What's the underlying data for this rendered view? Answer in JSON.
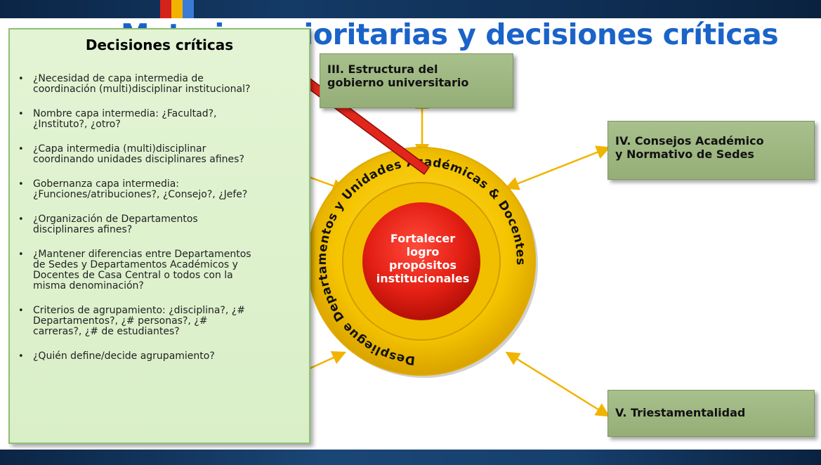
{
  "slide": {
    "title": "Materias prioritarias y decisiones críticas"
  },
  "colors": {
    "title": "#1a63c9",
    "green_box": "#9bb47e",
    "panel_bg": "#dff2cf",
    "ring": "#f5c800",
    "core": "#e41f14",
    "arrow": "#e3261b",
    "connector": "#f0b400"
  },
  "boxes": {
    "iii": "III. Estructura del\ngobierno universitario",
    "iv": "IV. Consejos Académico\ny Normativo de Sedes",
    "v": "V. Triestamentalidad"
  },
  "circle": {
    "core_text": "Fortalecer\nlogro\npropósitos\ninstitucionales",
    "ring_text": "Despliegue Departamentos y Unidades Académicas & Docentes"
  },
  "panel": {
    "title": "Decisiones críticas",
    "bullet": "•",
    "items": [
      "¿Necesidad de capa intermedia de\ncoordinación (multi)disciplinar institucional?",
      "Nombre capa intermedia: ¿Facultad?,\n¿Instituto?, ¿otro?",
      "¿Capa intermedia (multi)disciplinar\ncoordinando unidades disciplinares afines?",
      "Gobernanza capa intermedia:\n¿Funciones/atribuciones?, ¿Consejo?, ¿Jefe?",
      "¿Organización de Departamentos\ndisciplinares afines?",
      "¿Mantener diferencias entre Departamentos\nde Sedes y Departamentos Académicos y\nDocentes de Casa Central o todos con la\nmisma denominación?",
      "Criterios de agrupamiento: ¿disciplina?, ¿#\nDepartamentos?, ¿# personas?, ¿#\ncarreras?, ¿# de estudiantes?",
      "¿Quién define/decide agrupamiento?"
    ]
  }
}
